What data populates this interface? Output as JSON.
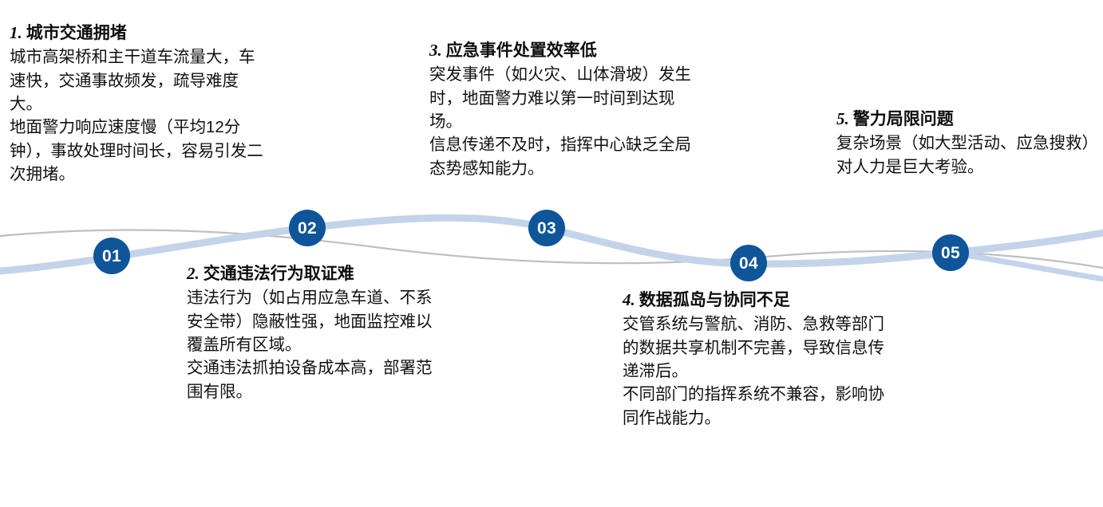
{
  "theme": {
    "marker_fill": "#0F5599",
    "marker_text": "#FFFFFF",
    "ribbon_blue": "#C3D4EA",
    "ribbon_gray": "#BFBFBF",
    "background": "#FFFFFF",
    "heading_color": "#0D0D0D",
    "body_color": "#111111"
  },
  "markers": [
    {
      "id": "01",
      "label": "01"
    },
    {
      "id": "02",
      "label": "02"
    },
    {
      "id": "03",
      "label": "03"
    },
    {
      "id": "04",
      "label": "04"
    },
    {
      "id": "05",
      "label": "05"
    }
  ],
  "blocks": [
    {
      "number": "1.",
      "heading": "城市交通拥堵",
      "paragraphs": [
        "城市高架桥和主干道车流量大，车速快，交通事故频发，疏导难度大。",
        "地面警力响应速度慢（平均12分钟），事故处理时间长，容易引发二次拥堵。"
      ]
    },
    {
      "number": "2.",
      "heading": "交通违法行为取证难",
      "paragraphs": [
        "违法行为（如占用应急车道、不系安全带）隐蔽性强，地面监控难以覆盖所有区域。",
        "交通违法抓拍设备成本高，部署范围有限。"
      ]
    },
    {
      "number": "3.",
      "heading": "应急事件处置效率低",
      "paragraphs": [
        "突发事件（如火灾、山体滑坡）发生时，地面警力难以第一时间到达现场。",
        "信息传递不及时，指挥中心缺乏全局态势感知能力。"
      ]
    },
    {
      "number": "4.",
      "heading": "数据孤岛与协同不足",
      "paragraphs": [
        "交管系统与警航、消防、急救等部门的数据共享机制不完善，导致信息传递滞后。",
        "不同部门的指挥系统不兼容，影响协同作战能力。"
      ]
    },
    {
      "number": "5.",
      "heading": "警力局限问题",
      "paragraphs": [
        "复杂场景（如大型活动、应急搜救）对人力是巨大考验。"
      ]
    }
  ]
}
